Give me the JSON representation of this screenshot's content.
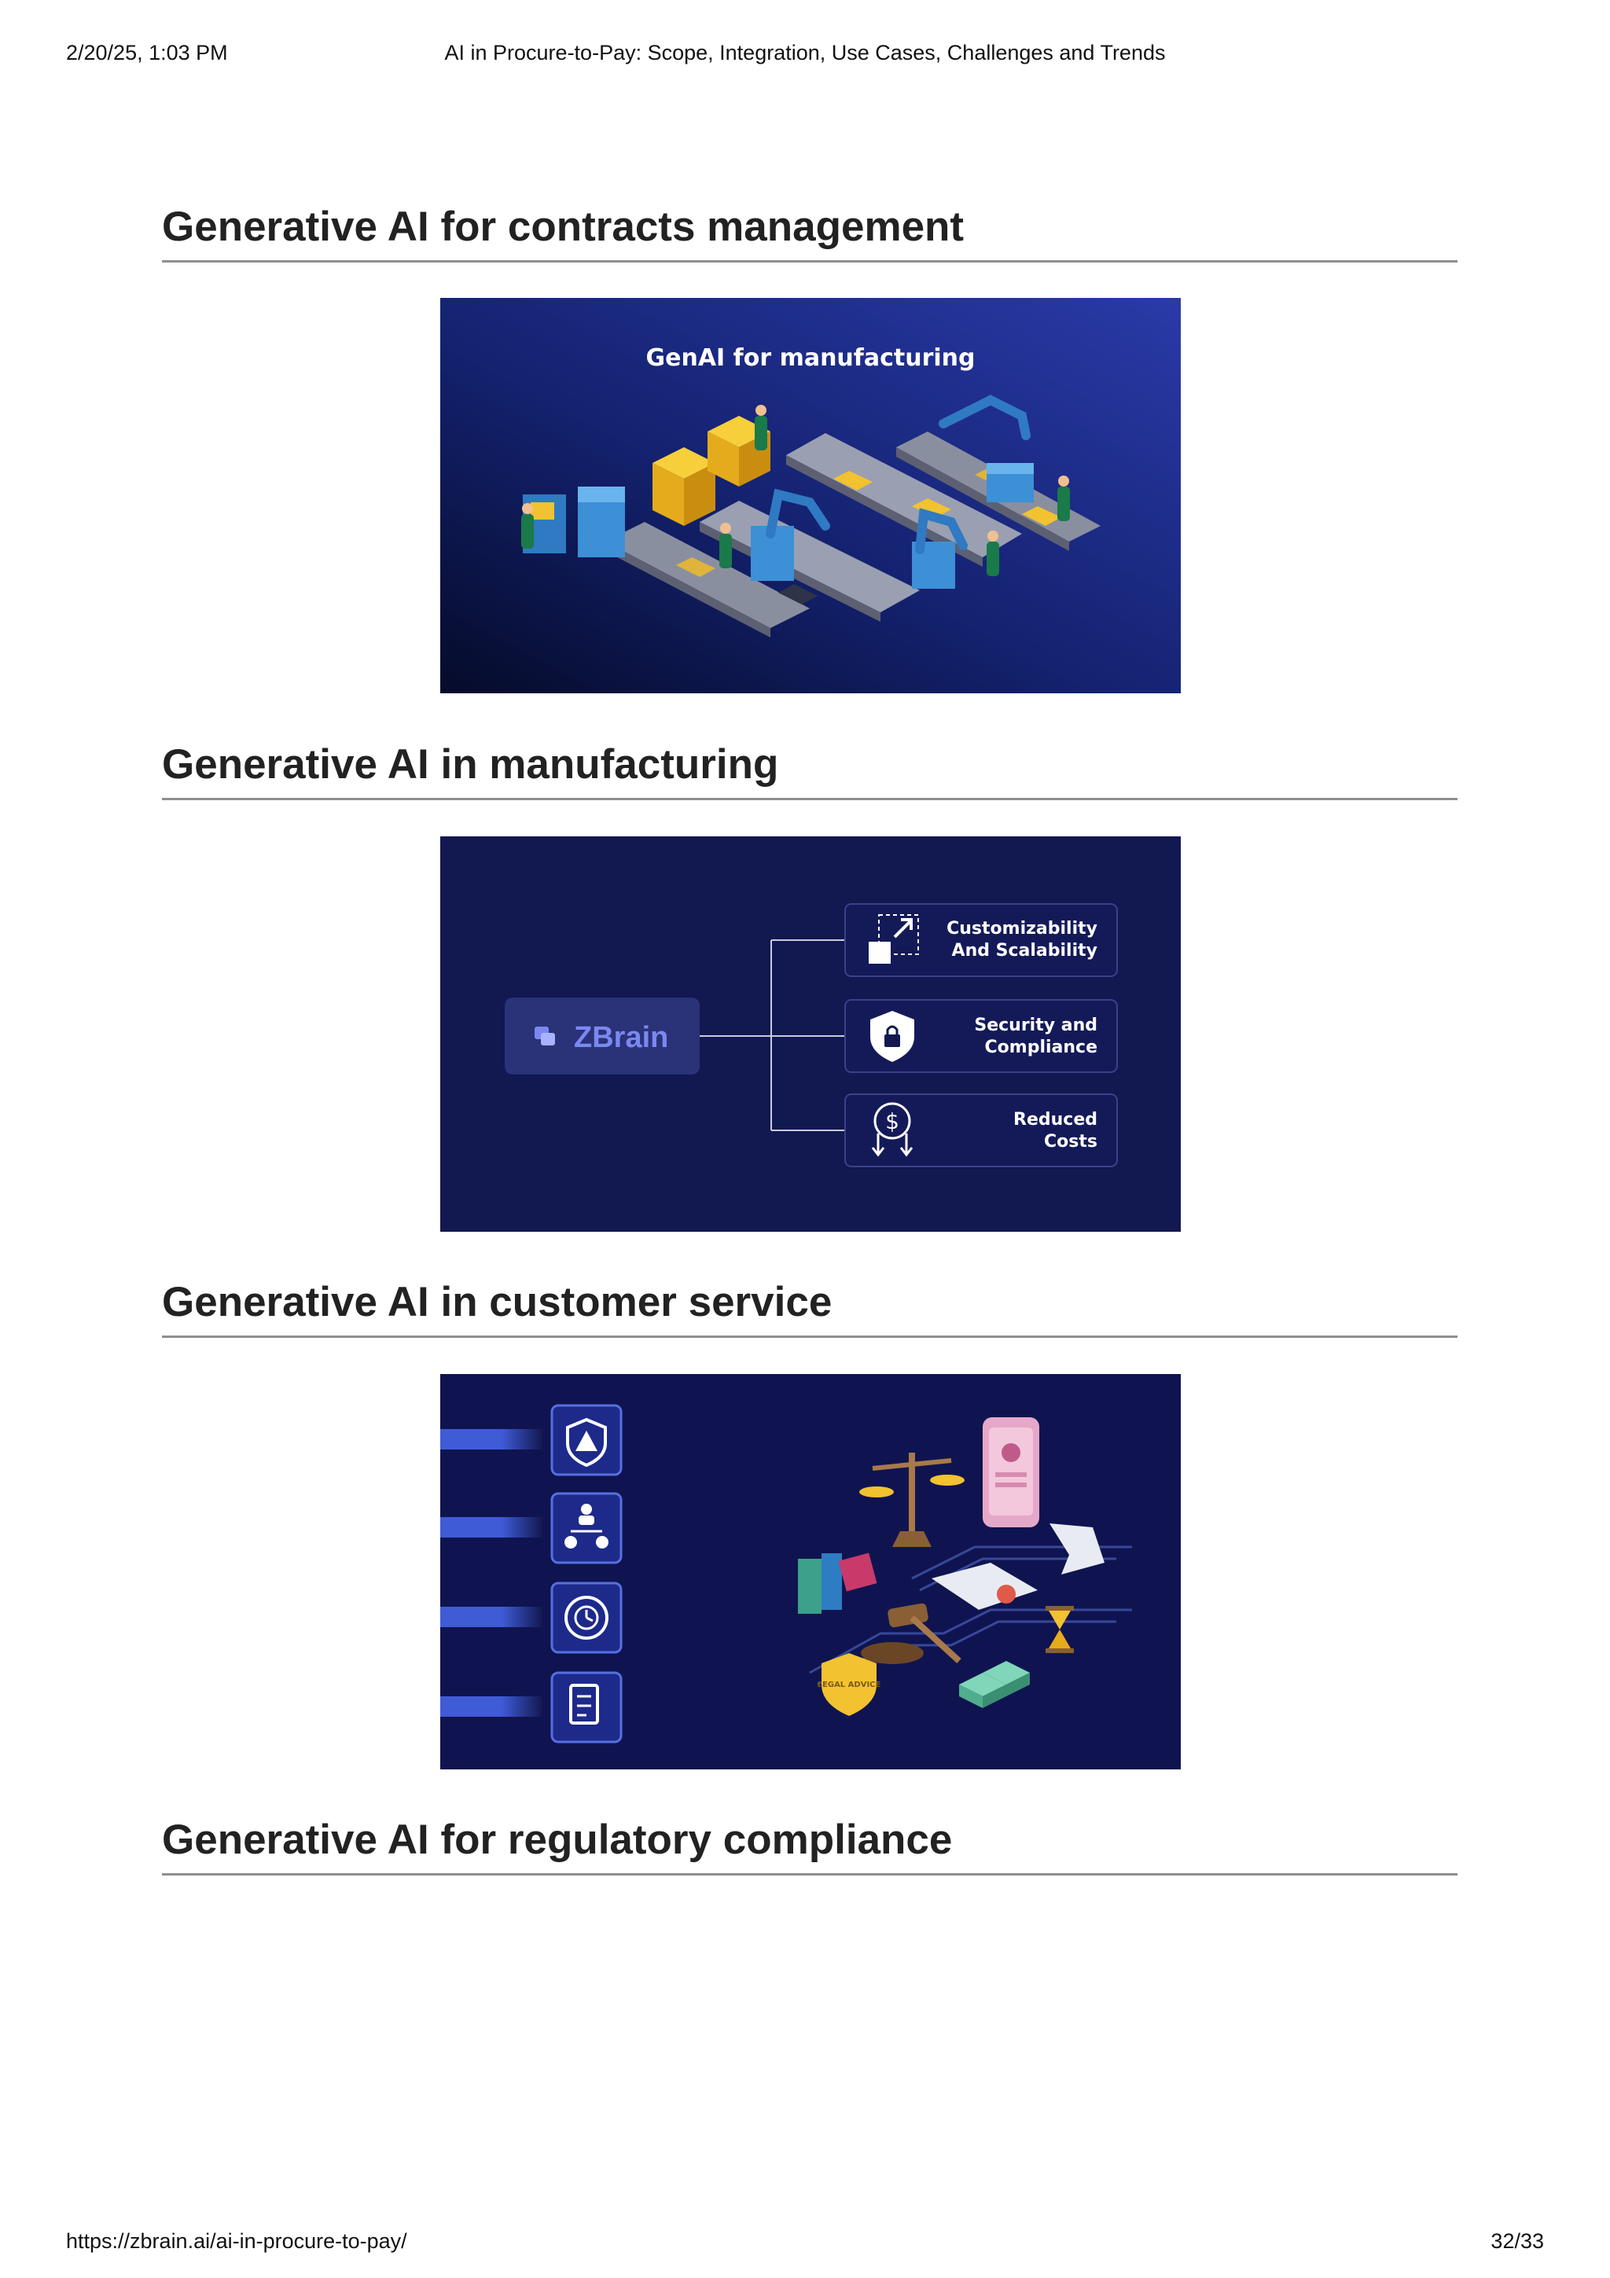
{
  "print_header": {
    "date": "2/20/25, 1:03 PM",
    "title": "AI in Procure-to-Pay: Scope, Integration, Use Cases, Challenges and Trends"
  },
  "sections": [
    {
      "heading": "Generative AI for contracts management"
    },
    {
      "heading": "Generative AI in manufacturing"
    },
    {
      "heading": "Generative AI in customer service"
    },
    {
      "heading": "Generative AI for regulatory compliance"
    }
  ],
  "figures": {
    "manufacturing": {
      "caption": "GenAI for manufacturing"
    },
    "zbrain": {
      "logo_text": "ZBrain",
      "items": [
        {
          "line1": "Customizability",
          "line2": "And Scalability",
          "icon": "scale-arrow-icon"
        },
        {
          "line1": "Security and",
          "line2": "Compliance",
          "icon": "shield-lock-icon"
        },
        {
          "line1": "Reduced",
          "line2": "Costs",
          "icon": "dollar-down-icon"
        }
      ]
    },
    "compliance": {
      "badge_text": "LEGAL ADVICE",
      "icons": [
        "warning-shield-icon",
        "org-approval-icon",
        "clock-cycle-icon",
        "checklist-icon"
      ]
    }
  },
  "print_footer": {
    "url": "https://zbrain.ai/ai-in-procure-to-pay/",
    "page": "32/33"
  },
  "colors": {
    "navy": "#0f1450",
    "royal": "#1f2f8f",
    "accent_blue": "#3f5bd6",
    "gold": "#f2c230"
  }
}
